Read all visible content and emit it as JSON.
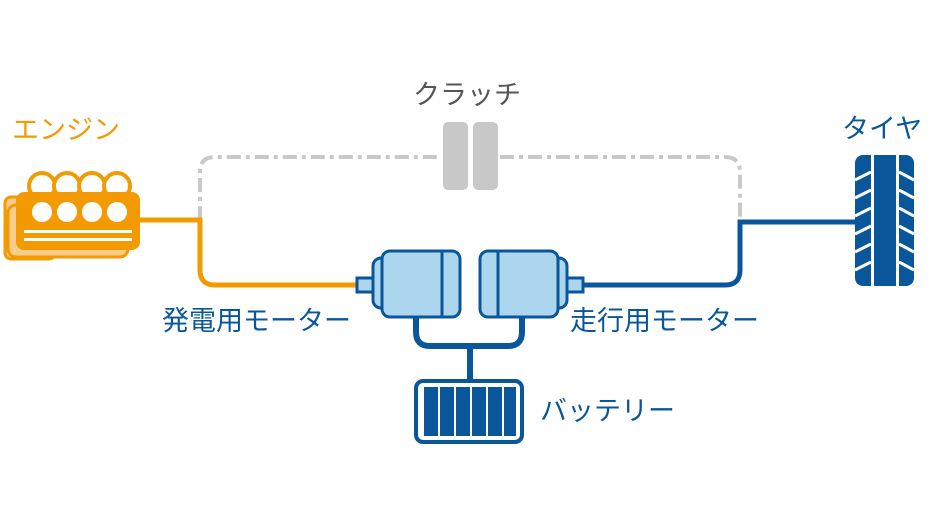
{
  "labels": {
    "engine": "エンジン",
    "clutch": "クラッチ",
    "tire": "タイヤ",
    "generator_motor": "発電用モーター",
    "drive_motor": "走行用モーター",
    "battery": "バッテリー"
  },
  "colors": {
    "engine": "#f29a00",
    "electric": "#0a569b",
    "motor_fill": "#acd5ee",
    "clutch": "#c8c8c8"
  }
}
